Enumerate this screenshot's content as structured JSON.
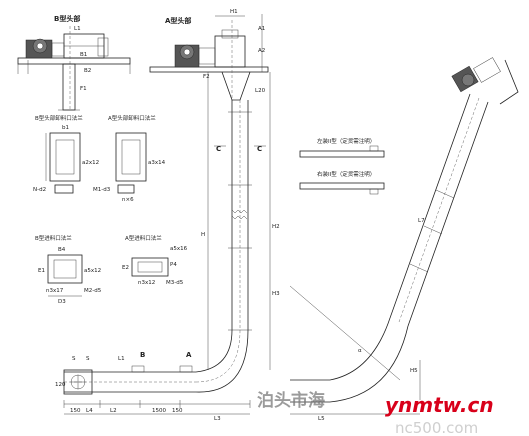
{
  "titles": {
    "b_head": "B型头部",
    "a_head": "A型头部",
    "b_head_inlet": "B型头部卸料口法兰",
    "a_head_inlet": "A型头部卸料口法兰",
    "b_tail_inlet": "B型进料口法兰",
    "a_tail_inlet": "A型进料口法兰",
    "tail_b": "B",
    "tail_a": "A"
  },
  "section_marks": {
    "c_left": "C",
    "c_right": "C"
  },
  "options": {
    "left_type": "左装II型（定货需注明）",
    "right_type": "右装II型（定货需注明）"
  },
  "dims": {
    "top_b": "L1",
    "top_a": "H1",
    "a_left": "A1",
    "a_right": "A2",
    "b_left": "B1",
    "b_right": "B2",
    "f1": "F1",
    "f2": "F2",
    "l20": "L20",
    "h2": "H2",
    "hd": "H3",
    "h1": "H",
    "sb": "S",
    "st": "S",
    "sl": "L1",
    "l2": "L2",
    "l3": "L3",
    "l4": "L4",
    "l5": "L5",
    "d150a": "150",
    "d150b": "150",
    "d1500": "1500",
    "d120": "120",
    "a5": "α",
    "l7": "L7",
    "h5": "H5",
    "b1": "b1",
    "n1": "N-d2",
    "m1": "M1-d3",
    "nx6": "n×6",
    "a2x12": "a2x12",
    "a3x14": "a3x14",
    "bh": "B4",
    "e1": "E1",
    "e2": "E2",
    "d3": "D3",
    "p4": "P4",
    "m2": "M2-d5",
    "m3": "M3-d5",
    "nx17": "n3x17",
    "n3x12": "n3x12",
    "a5x12": "a5x12",
    "a5x16": "a5x16"
  },
  "watermark": {
    "left": "泊头市海",
    "brand": "ynmtw.cn",
    "sub": "nc500.com"
  }
}
